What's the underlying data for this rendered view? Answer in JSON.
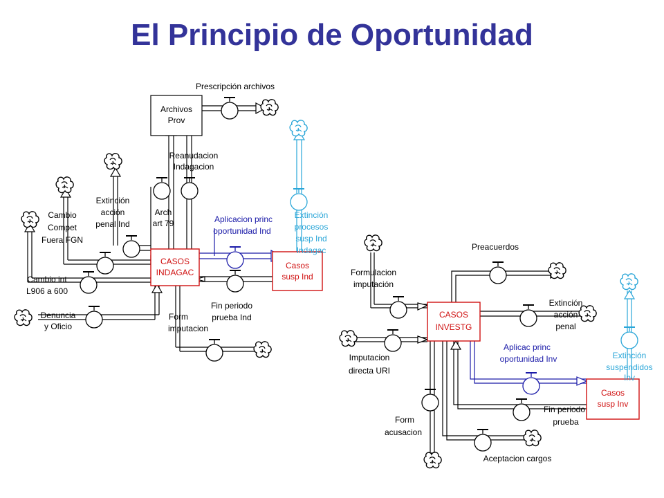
{
  "title": "El Principio de Oportunidad",
  "colors": {
    "title": "#333399",
    "stock_black": "#000000",
    "stock_red": "#d01010",
    "flow_blue": "#1a1aa8",
    "flow_cyan": "#2aa6d8"
  },
  "stocks": {
    "archivos_prov": [
      "Archivos",
      "Prov"
    ],
    "casos_indagac": [
      "CASOS",
      "INDAGAC"
    ],
    "casos_susp_ind": [
      "Casos",
      "susp Ind"
    ],
    "casos_investg": [
      "CASOS",
      "INVESTG"
    ],
    "casos_susp_inv": [
      "Casos",
      "susp Inv"
    ]
  },
  "flows": {
    "prescripcion_archivos": [
      "Prescripción archivos"
    ],
    "reanudacion_indagacion": [
      "Reanudacion",
      "Indagacion"
    ],
    "arch_art79": [
      "Arch",
      "art 79"
    ],
    "extincion_accion_penal_ind": [
      "Extinción",
      "acción",
      "penal Ind"
    ],
    "cambio_compet": [
      "Cambio",
      "Compet",
      "Fuera FGN"
    ],
    "cambio_int": [
      "Cambio int",
      "L906 a 600"
    ],
    "denuncia_oficio": [
      "Denuncia",
      "y  Oficio"
    ],
    "aplicacion_princ_ind": [
      "Aplicacion princ",
      "oportunidad Ind"
    ],
    "extincion_procesos_susp": [
      "Extinción",
      "procesos",
      "susp Ind",
      "Indagac"
    ],
    "fin_periodo_prueba_ind": [
      "Fin periodo",
      "prueba Ind"
    ],
    "form_imputacion": [
      "Form",
      "imputacion"
    ],
    "formulacion_imputacion": [
      "Formulacion",
      "imputación"
    ],
    "preacuerdos": [
      "Preacuerdos"
    ],
    "extincion_accion_penal": [
      "Extinción",
      "acción",
      "penal"
    ],
    "imputacion_directa": [
      "Imputacion",
      "directa URI"
    ],
    "aplicac_princ_inv": [
      "Aplicac princ",
      "oportunidad Inv"
    ],
    "extincion_suspendidos": [
      "Extinción",
      "suspendidos",
      "Inv"
    ],
    "fin_periodo_prueba": [
      "Fin periodo",
      "prueba"
    ],
    "form_acusacion": [
      "Form",
      "acusacion"
    ],
    "aceptacion_cargos": [
      "Aceptacion cargos"
    ]
  }
}
